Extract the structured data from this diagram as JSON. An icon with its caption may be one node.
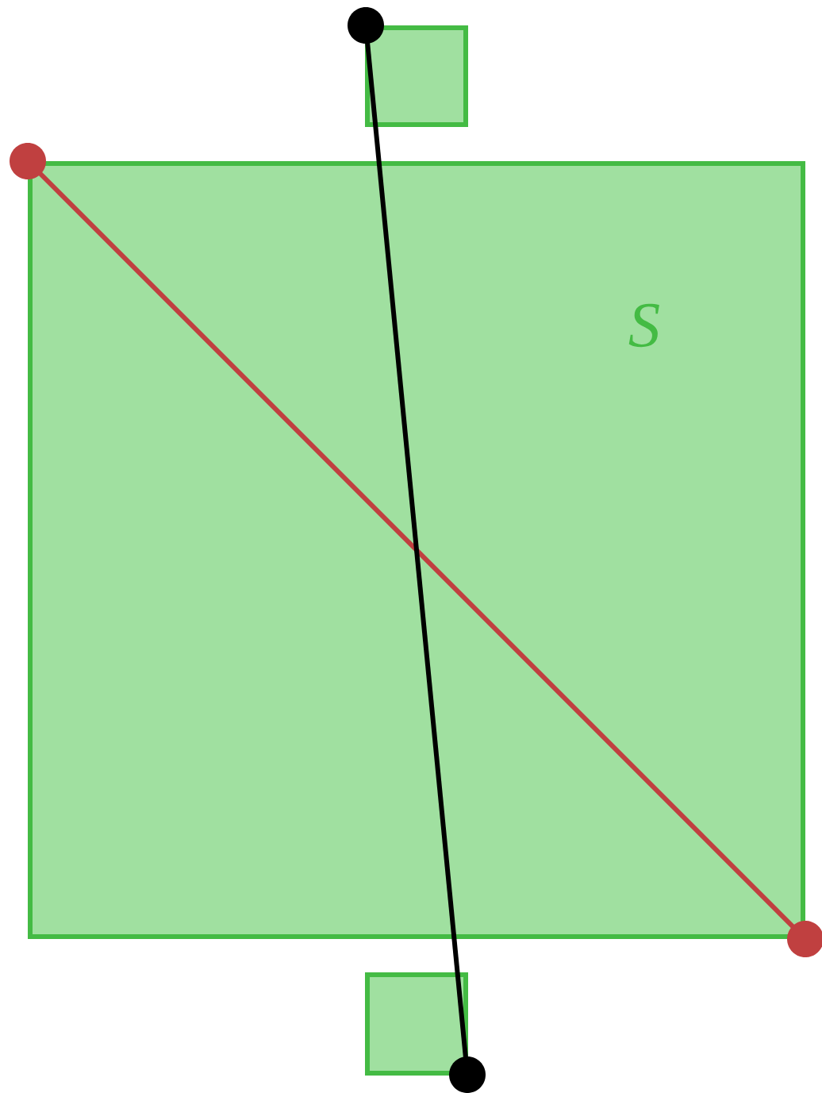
{
  "diagram": {
    "nodes": [
      {
        "text": [],
        "shape": "box"
      },
      {
        "text": [
          "S"
        ]
      },
      {
        "text": [],
        "shape": "box"
      }
    ]
  }
}
